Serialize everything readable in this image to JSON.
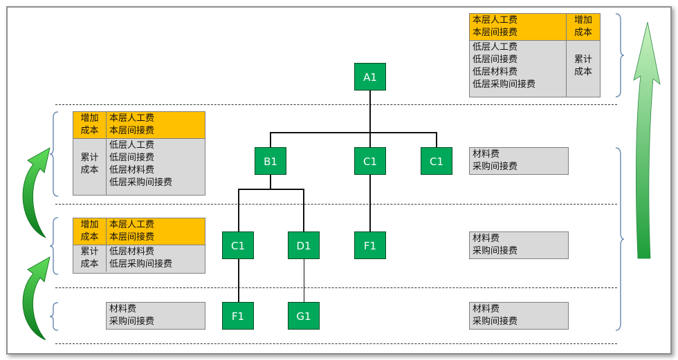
{
  "nodes": {
    "a1": "A1",
    "b1": "B1",
    "c1_mid": "C1",
    "c1_right": "C1",
    "c1_low": "C1",
    "d1": "D1",
    "f1_mid": "F1",
    "f1_low": "F1",
    "g1": "G1"
  },
  "top_right_box": {
    "added_items": [
      "本层人工费",
      "本层间接费"
    ],
    "added_label": [
      "增加",
      "成本"
    ],
    "cumulative_items": [
      "低层人工费",
      "低层间接费",
      "低层材料费",
      "低层采购间接费"
    ],
    "cumulative_label": [
      "累计",
      "成本"
    ]
  },
  "left_box_level2": {
    "added_label": [
      "增加",
      "成本"
    ],
    "added_items": [
      "本层人工费",
      "本层间接费"
    ],
    "cumulative_label": [
      "累计",
      "成本"
    ],
    "cumulative_items": [
      "低层人工费",
      "低层间接费",
      "低层材料费",
      "低层采购间接费"
    ]
  },
  "left_box_level3": {
    "added_label": [
      "增加",
      "成本"
    ],
    "added_items": [
      "本层人工费",
      "本层间接费"
    ],
    "cumulative_label": [
      "累计",
      "成本"
    ],
    "cumulative_items": [
      "低层材料费",
      "低层采购间接费"
    ]
  },
  "left_box_level4": {
    "items": [
      "材料费",
      "采购间接费"
    ]
  },
  "right_boxes": {
    "level2": [
      "材料费",
      "采购间接费"
    ],
    "level3": [
      "材料费",
      "采购间接费"
    ],
    "level4": [
      "材料费",
      "采购间接费"
    ]
  },
  "colors": {
    "node_green": "#00a85a",
    "added_orange": "#ffc000",
    "cumulative_gray": "#d9d9d9",
    "brace_blue": "#6f8fb5"
  }
}
